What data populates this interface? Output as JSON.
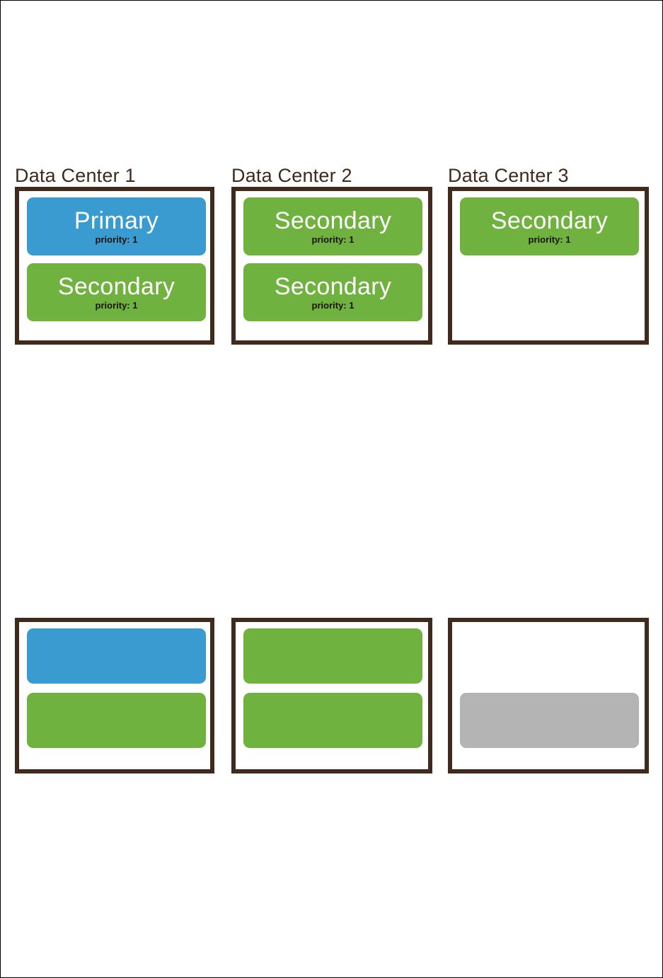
{
  "diagram": {
    "type": "replica-set-topology",
    "colors": {
      "primary": "#3a9bd0",
      "secondary": "#70b23f",
      "offline": "#b4b4b4",
      "frame_border": "#3f2a1c",
      "title_text": "#3f2a1c",
      "node_label_text": "#ffffff",
      "priority_text": "#1c1208",
      "background": "#ffffff"
    },
    "rows": [
      {
        "row_name": "labeled-topology",
        "show_titles": true,
        "show_node_text": true,
        "data_centers": [
          {
            "title": "Data Center 1",
            "nodes": [
              {
                "role": "Primary",
                "priority": "priority: 1",
                "state": "primary"
              },
              {
                "role": "Secondary",
                "priority": "priority: 1",
                "state": "secondary"
              }
            ]
          },
          {
            "title": "Data Center 2",
            "nodes": [
              {
                "role": "Secondary",
                "priority": "priority: 1",
                "state": "secondary"
              },
              {
                "role": "Secondary",
                "priority": "priority: 1",
                "state": "secondary"
              }
            ]
          },
          {
            "title": "Data Center 3",
            "nodes": [
              {
                "role": "Secondary",
                "priority": "priority: 1",
                "state": "secondary"
              }
            ]
          }
        ]
      },
      {
        "row_name": "unlabeled-topology",
        "show_titles": false,
        "show_node_text": false,
        "data_centers": [
          {
            "title": "",
            "nodes": [
              {
                "role": "",
                "priority": "",
                "state": "primary"
              },
              {
                "role": "",
                "priority": "",
                "state": "secondary"
              }
            ]
          },
          {
            "title": "",
            "nodes": [
              {
                "role": "",
                "priority": "",
                "state": "secondary"
              },
              {
                "role": "",
                "priority": "",
                "state": "secondary"
              }
            ]
          },
          {
            "title": "",
            "nodes": [
              {
                "role": "",
                "priority": "",
                "state": "offline"
              }
            ]
          }
        ]
      }
    ]
  }
}
